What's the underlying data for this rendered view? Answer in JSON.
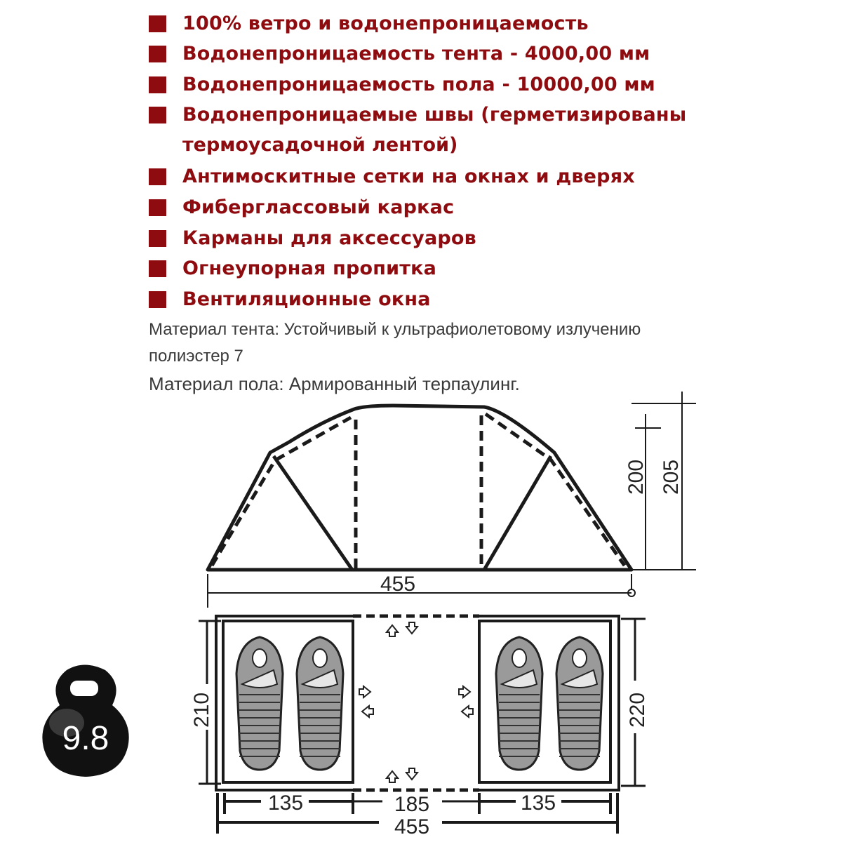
{
  "features": [
    "100%   ветро и водонепроницаемость",
    "Водонепроницаемость тента - 4000,00 мм",
    "Водонепроницаемость пола - 10000,00 мм",
    "Водонепроницаемые швы (герметизированы",
    "Антимоскитные сетки на окнах и дверях",
    "Фиберглассовый каркас",
    "Карманы для аксессуаров",
    "Огнеупорная пропитка",
    "Вентиляционные окна"
  ],
  "feature_continuation": "термоусадочной лентой)",
  "materials": {
    "tent_line1": "Материал тента: Устойчивый к ультрафиолетовому  излучению",
    "tent_line2": "полиэстер 7",
    "floor": "Материал пола: Армированный терпаулинг."
  },
  "diagram": {
    "side_length": "455",
    "height_inner": "200",
    "height_outer": "205",
    "width_left": "210",
    "width_right": "220",
    "room_left": "135",
    "vestibule": "185",
    "room_right": "135",
    "total_length": "455"
  },
  "weight": "9.8",
  "colors": {
    "accent": "#8e0c0f",
    "text": "#3a3a3a"
  }
}
